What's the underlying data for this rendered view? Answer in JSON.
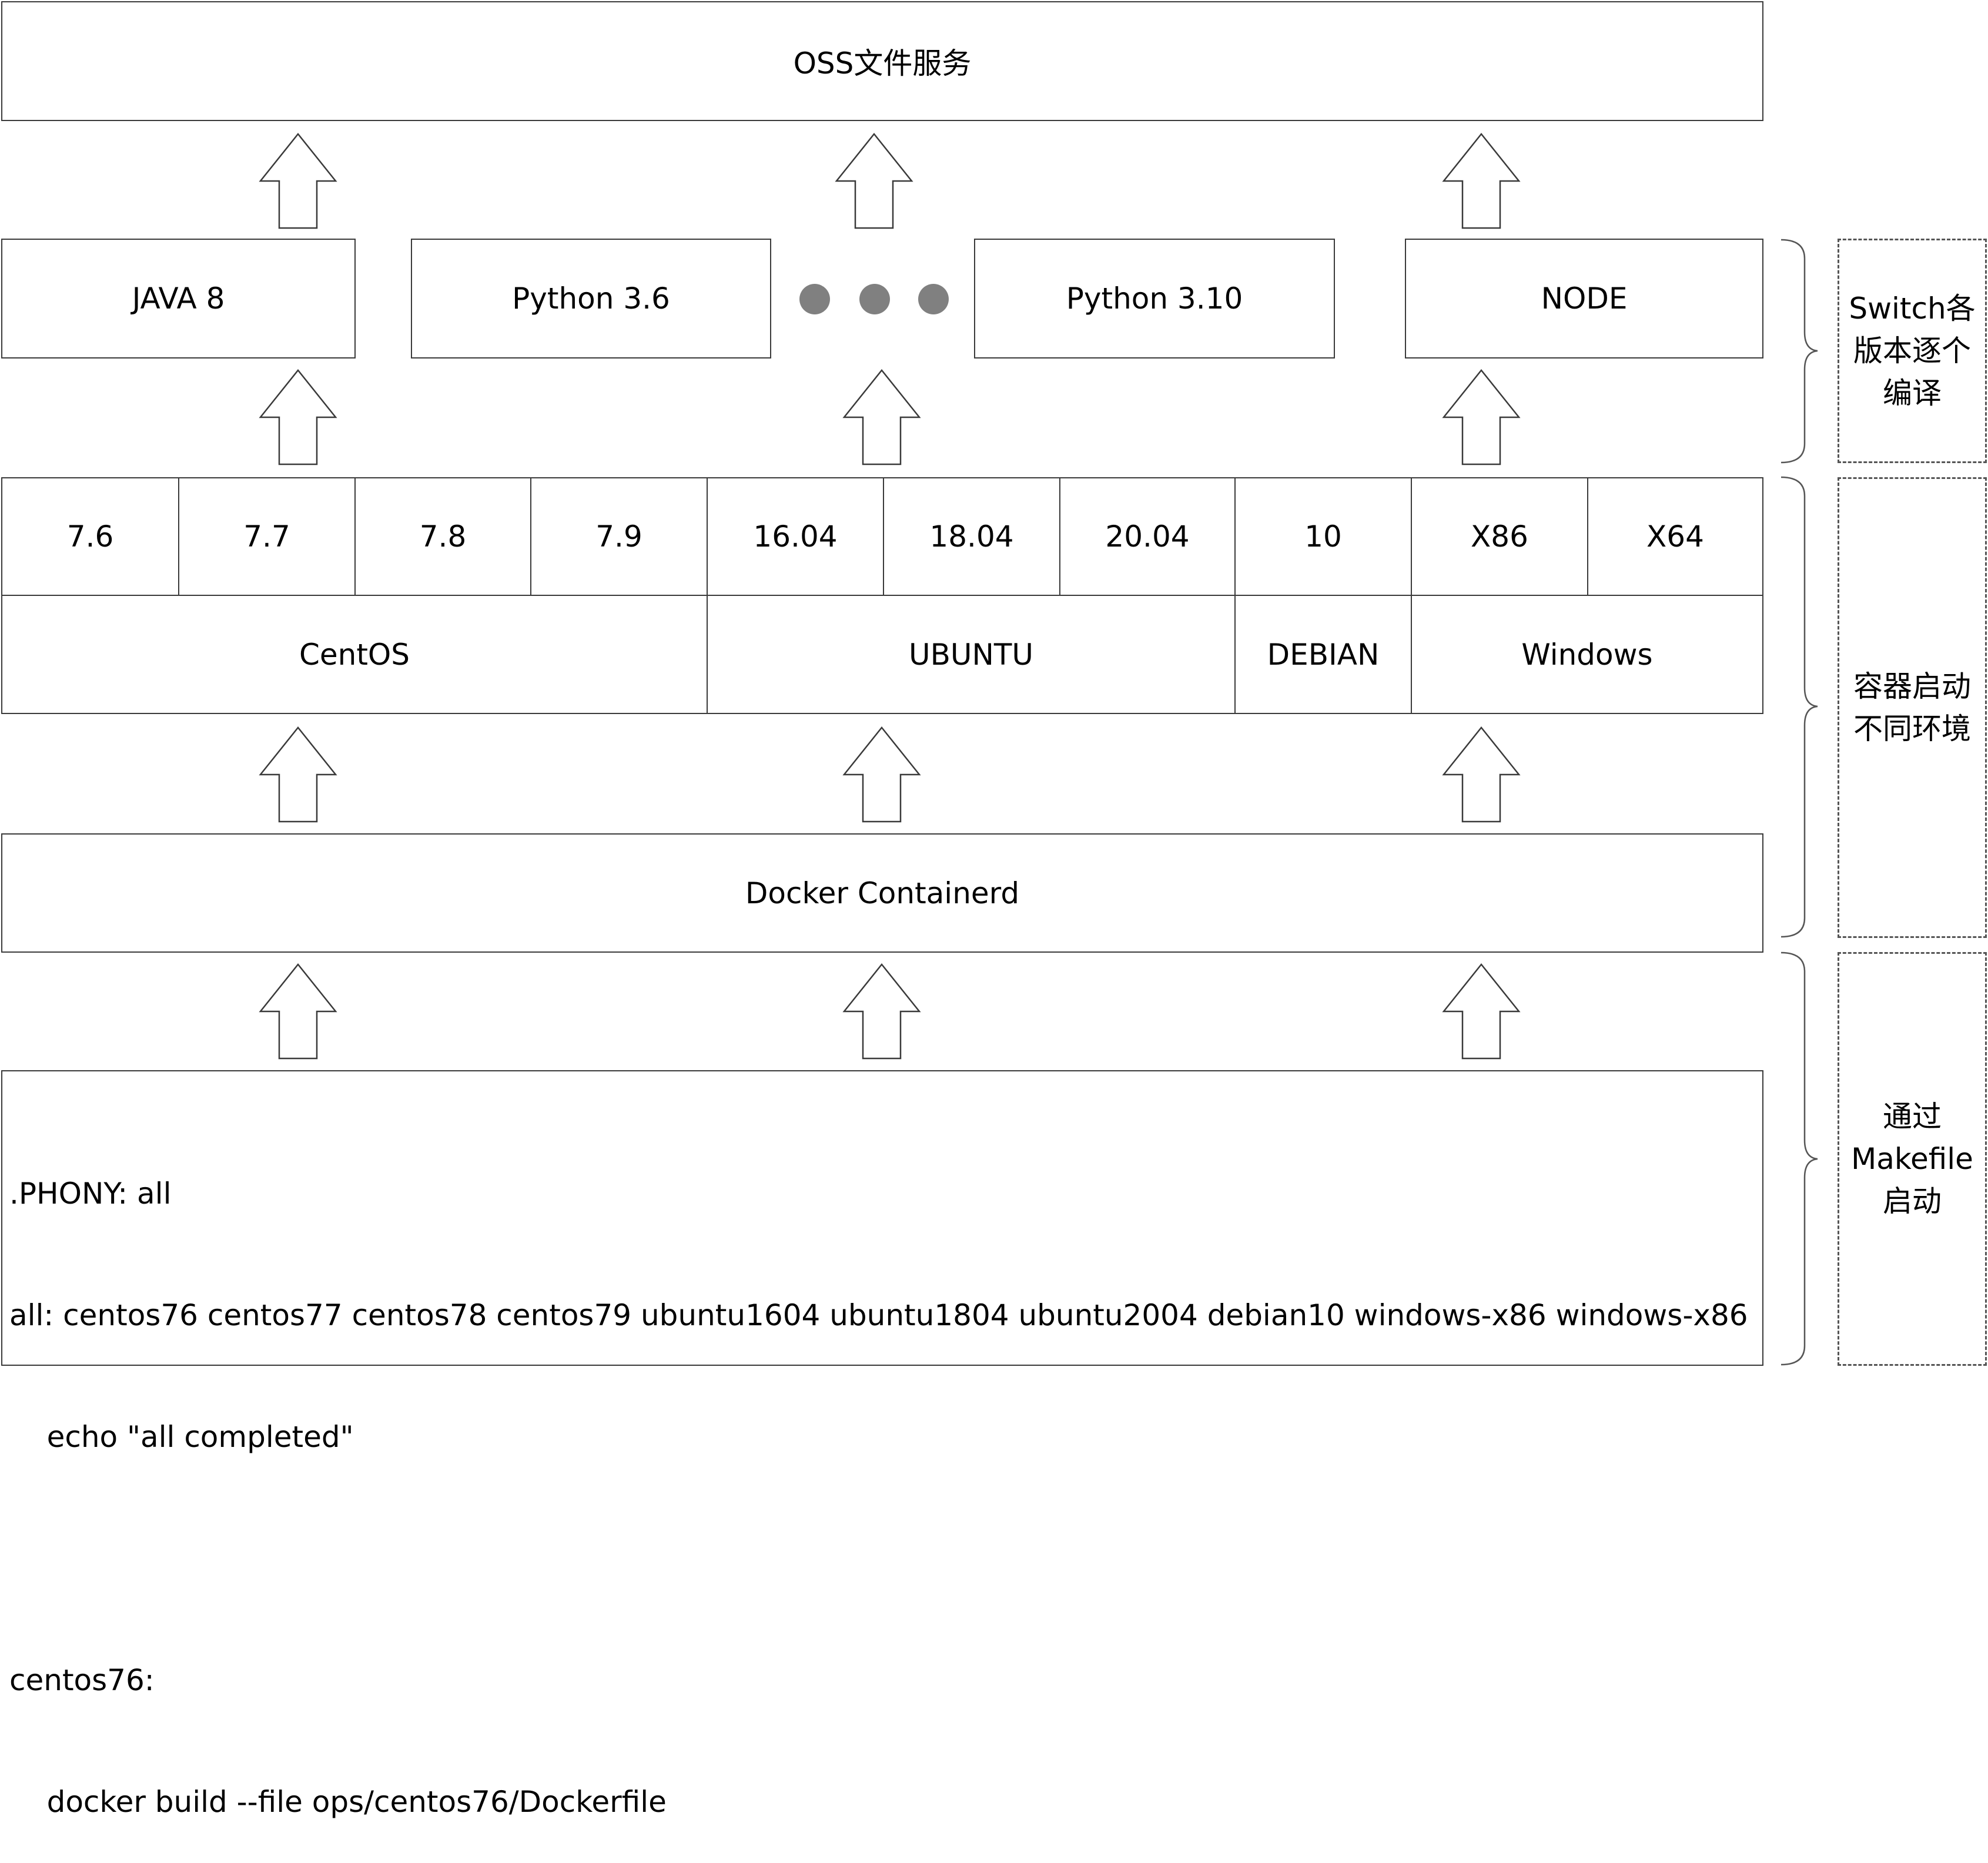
{
  "top": {
    "oss_label": "OSS文件服务"
  },
  "runtimes": {
    "java": "JAVA 8",
    "python36": "Python 3.6",
    "python310": "Python 3.10",
    "node": "NODE"
  },
  "versions": [
    "7.6",
    "7.7",
    "7.8",
    "7.9",
    "16.04",
    "18.04",
    "20.04",
    "10",
    "X86",
    "X64"
  ],
  "os": {
    "centos": "CentOS",
    "ubuntu": "UBUNTU",
    "debian": "DEBIAN",
    "windows": "Windows"
  },
  "container": {
    "label": "Docker Containerd"
  },
  "makefile": {
    "lines": [
      ".PHONY: all",
      "all: centos76 centos77 centos78 centos79 ubuntu1604 ubuntu1804 ubuntu2004 debian10 windows-x86 windows-x86",
      "    echo \"all completed\"",
      "",
      "centos76:",
      "    docker build --file ops/centos76/Dockerfile"
    ]
  },
  "annotations": {
    "switch": [
      "Switch各",
      "版本逐个",
      "编译"
    ],
    "container_env": [
      "容器启动",
      "不同环境"
    ],
    "makefile_start": [
      "通过",
      "Makefile",
      "启动"
    ]
  },
  "colors": {
    "border": "#3a3a3a",
    "dots": "#808080",
    "dashed": "#555555"
  }
}
